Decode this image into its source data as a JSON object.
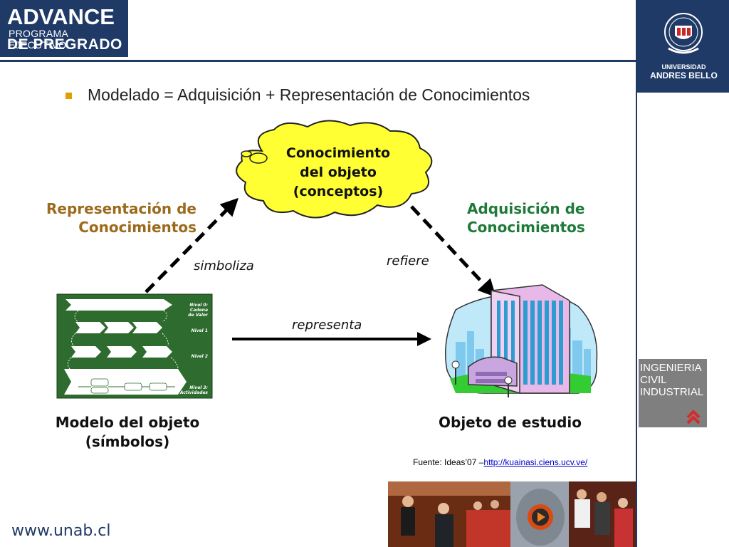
{
  "header": {
    "logo_word": "ADVANCE",
    "logo_line1": "PROGRAMA EJECUTIVO",
    "logo_line2": "DE PREGRADO",
    "brand_color": "#1f3a66"
  },
  "university": {
    "line1": "UNIVERSIDAD",
    "line2": "ANDRES BELLO"
  },
  "program_badge": {
    "line1": "INGENIERIA",
    "line2": "CIVIL",
    "line3": "INDUSTRIAL",
    "chevron_color": "#d62b2b"
  },
  "slide": {
    "bullet": "Modelado = Adquisición + Representación de Conocimientos"
  },
  "diagram": {
    "cloud": {
      "line1": "Conocimiento",
      "line2": "del objeto",
      "line3": "(conceptos)",
      "color": "#ffff33"
    },
    "left_label": {
      "line1": "Representación de",
      "line2": "Conocimientos",
      "color": "#9c6a1c"
    },
    "right_label": {
      "line1": "Adquisición de",
      "line2": "Conocimientos",
      "color": "#1f7a3a"
    },
    "edge_left": "simboliza",
    "edge_right": "refiere",
    "edge_bottom": "representa",
    "model_caption": {
      "line1": "Modelo del objeto",
      "line2": "(símbolos)"
    },
    "object_caption": "Objeto de estudio",
    "model_levels": [
      "Nivel 0: Cadena de Valor",
      "Nivel 1",
      "Nivel 2",
      "Nivel 3: Actividades"
    ],
    "model_color": "#2e6b2e"
  },
  "source": {
    "prefix": "Fuente: Ideas’07 –",
    "link": "http://kuainasi.ciens.ucv.ve/"
  },
  "footer": {
    "website": "www.unab.cl"
  }
}
